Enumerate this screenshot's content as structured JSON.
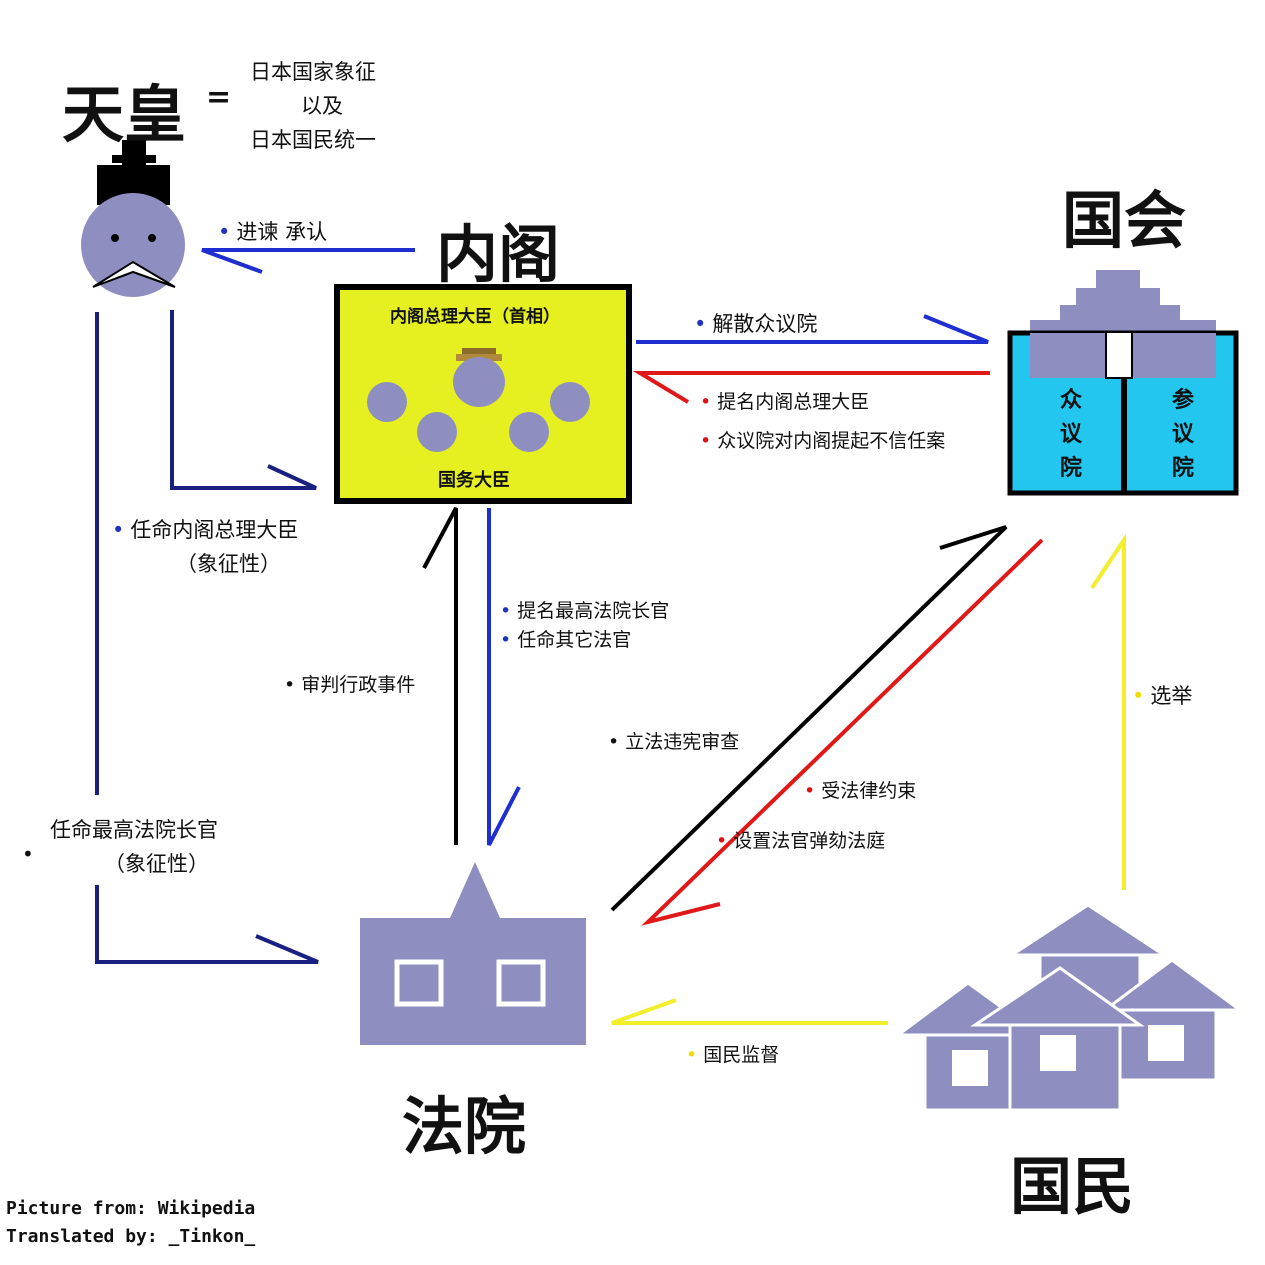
{
  "emperor": {
    "title": "天皇",
    "equals": "=",
    "desc": [
      "日本国家象征",
      "以及",
      "日本国民统一"
    ]
  },
  "cabinet": {
    "title": "内阁",
    "pm": "内阁总理大臣（首相）",
    "ministers": "国务大臣"
  },
  "diet": {
    "title": "国会",
    "house_lower": [
      "众",
      "议",
      "院"
    ],
    "house_upper": [
      "参",
      "议",
      "院"
    ]
  },
  "court": {
    "title": "法院"
  },
  "people": {
    "title": "国民"
  },
  "arrows": {
    "advice": "进谏 承认",
    "dissolve": "解散众议院",
    "nominate_pm": "提名内阁总理大臣",
    "no_confidence": "众议院对内阁提起不信任案",
    "appoint_pm": [
      "任命内阁总理大臣",
      "（象征性）"
    ],
    "nominate_chief": "提名最高法院长官",
    "appoint_judges": "任命其它法官",
    "admin_review": "审判行政事件",
    "appoint_chief": [
      "任命最高法院长官",
      "（象征性）"
    ],
    "judicial_review": "立法违宪审查",
    "bound_by_law": "受法律约束",
    "impeachment": "设置法官弹劾法庭",
    "election": "选举",
    "people_oversight": "国民监督"
  },
  "credits": [
    "Picture from:  Wikipedia",
    "Translated by: _Tinkon_"
  ],
  "colors": {
    "blue": "#1f2ed0",
    "navy": "#1a2080",
    "red": "#e01818",
    "black": "#000000",
    "yellow": "#f2ee2a",
    "figure": "#8e8fc0",
    "cabinet": "#e6f021",
    "diet": "#22c6ee"
  }
}
